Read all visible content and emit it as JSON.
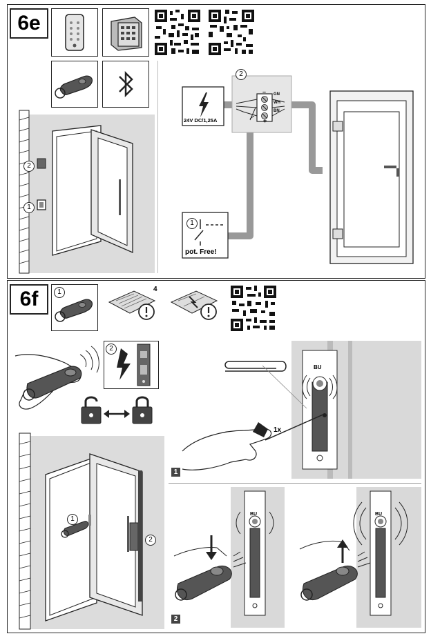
{
  "sections": [
    {
      "id": "6e",
      "label": "6e"
    },
    {
      "id": "6f",
      "label": "6f"
    }
  ],
  "section_6e": {
    "callouts": {
      "keypad_position": "2",
      "button_position": "1",
      "junction": "2",
      "switch": "1"
    },
    "power_label": "24V DC/1,25A",
    "terminals": [
      {
        "sign": "–",
        "color": "GN"
      },
      {
        "sign": "",
        "color": "WH"
      },
      {
        "sign": "+",
        "color": "BN"
      }
    ],
    "switch_label": "pot. Free!",
    "icons": [
      "keypad-icon",
      "wall-keypad-icon",
      "remote-icon",
      "bluetooth-icon",
      "qr-code",
      "qr-code"
    ]
  },
  "section_6f": {
    "remote_callout": "1",
    "manual_page_number": "4",
    "lock_callout": "2",
    "door_callout_remote": "1",
    "door_callout_lock": "2",
    "step1_tag": "1",
    "step1_press_count": "1x",
    "step2_tag": "2",
    "bu_label": "BU",
    "colors": {
      "panel_gray": "#d9d9d9",
      "line": "#222222",
      "remote_dark": "#555555"
    }
  }
}
